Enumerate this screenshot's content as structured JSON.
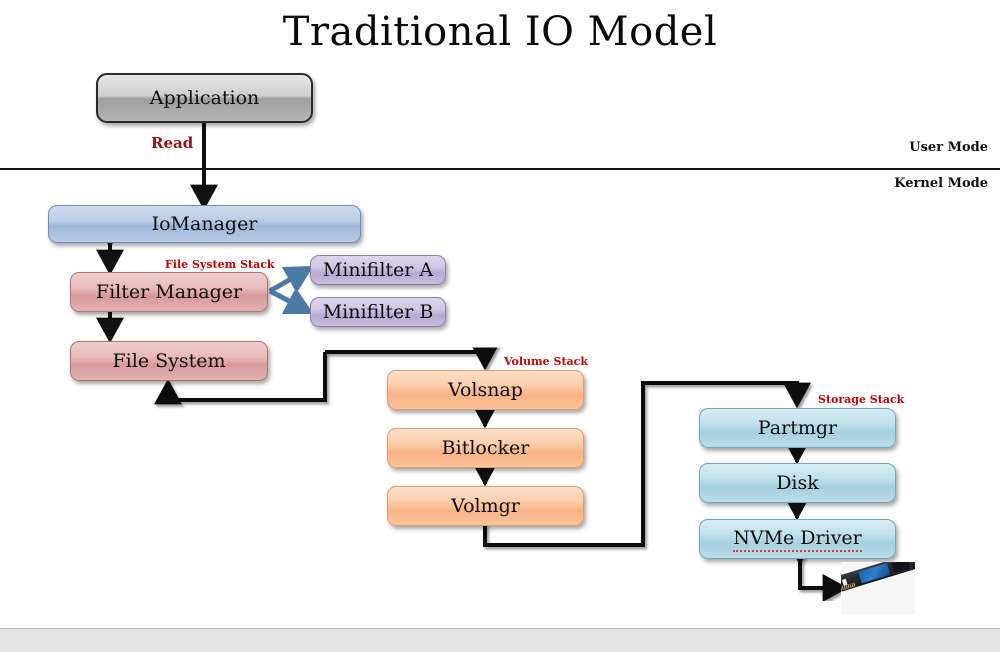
{
  "slide": {
    "title": "Traditional IO Model",
    "mode_labels": {
      "user": "User Mode",
      "kernel": "Kernel Mode"
    },
    "operation_label": "Read"
  },
  "stacks": {
    "file_system": {
      "caption": "File System Stack",
      "caption_color": "#cc0000"
    },
    "volume": {
      "caption": "Volume Stack",
      "caption_color": "#cc0000"
    },
    "storage": {
      "caption": "Storage Stack",
      "caption_color": "#cc0000"
    }
  },
  "boxes": {
    "application": {
      "label": "Application",
      "color": "#b5b5b5"
    },
    "iomanager": {
      "label": "IoManager",
      "color": "#b7cae4"
    },
    "filter_manager": {
      "label": "Filter Manager",
      "color": "#e8b9b9"
    },
    "file_system": {
      "label": "File System",
      "color": "#e8b9b9"
    },
    "minifilter_a": {
      "label": "Minifilter A",
      "color": "#cfc6e4"
    },
    "minifilter_b": {
      "label": "Minifilter B",
      "color": "#cfc6e4"
    },
    "volsnap": {
      "label": "Volsnap",
      "color": "#fbd0ae"
    },
    "bitlocker": {
      "label": "Bitlocker",
      "color": "#fbd0ae"
    },
    "volmgr": {
      "label": "Volmgr",
      "color": "#fbd0ae"
    },
    "partmgr": {
      "label": "Partmgr",
      "color": "#c3e2ec"
    },
    "disk": {
      "label": "Disk",
      "color": "#c3e2ec"
    },
    "nvme_driver": {
      "label": "NVMe Driver",
      "color": "#c3e2ec"
    }
  },
  "device": {
    "name": "nvme-m2-ssd-image"
  },
  "colors": {
    "connector": "#111111",
    "minifilter_arrow": "#4a7ba7",
    "accent_red": "#cc0000",
    "read_red": "#9c1010"
  }
}
